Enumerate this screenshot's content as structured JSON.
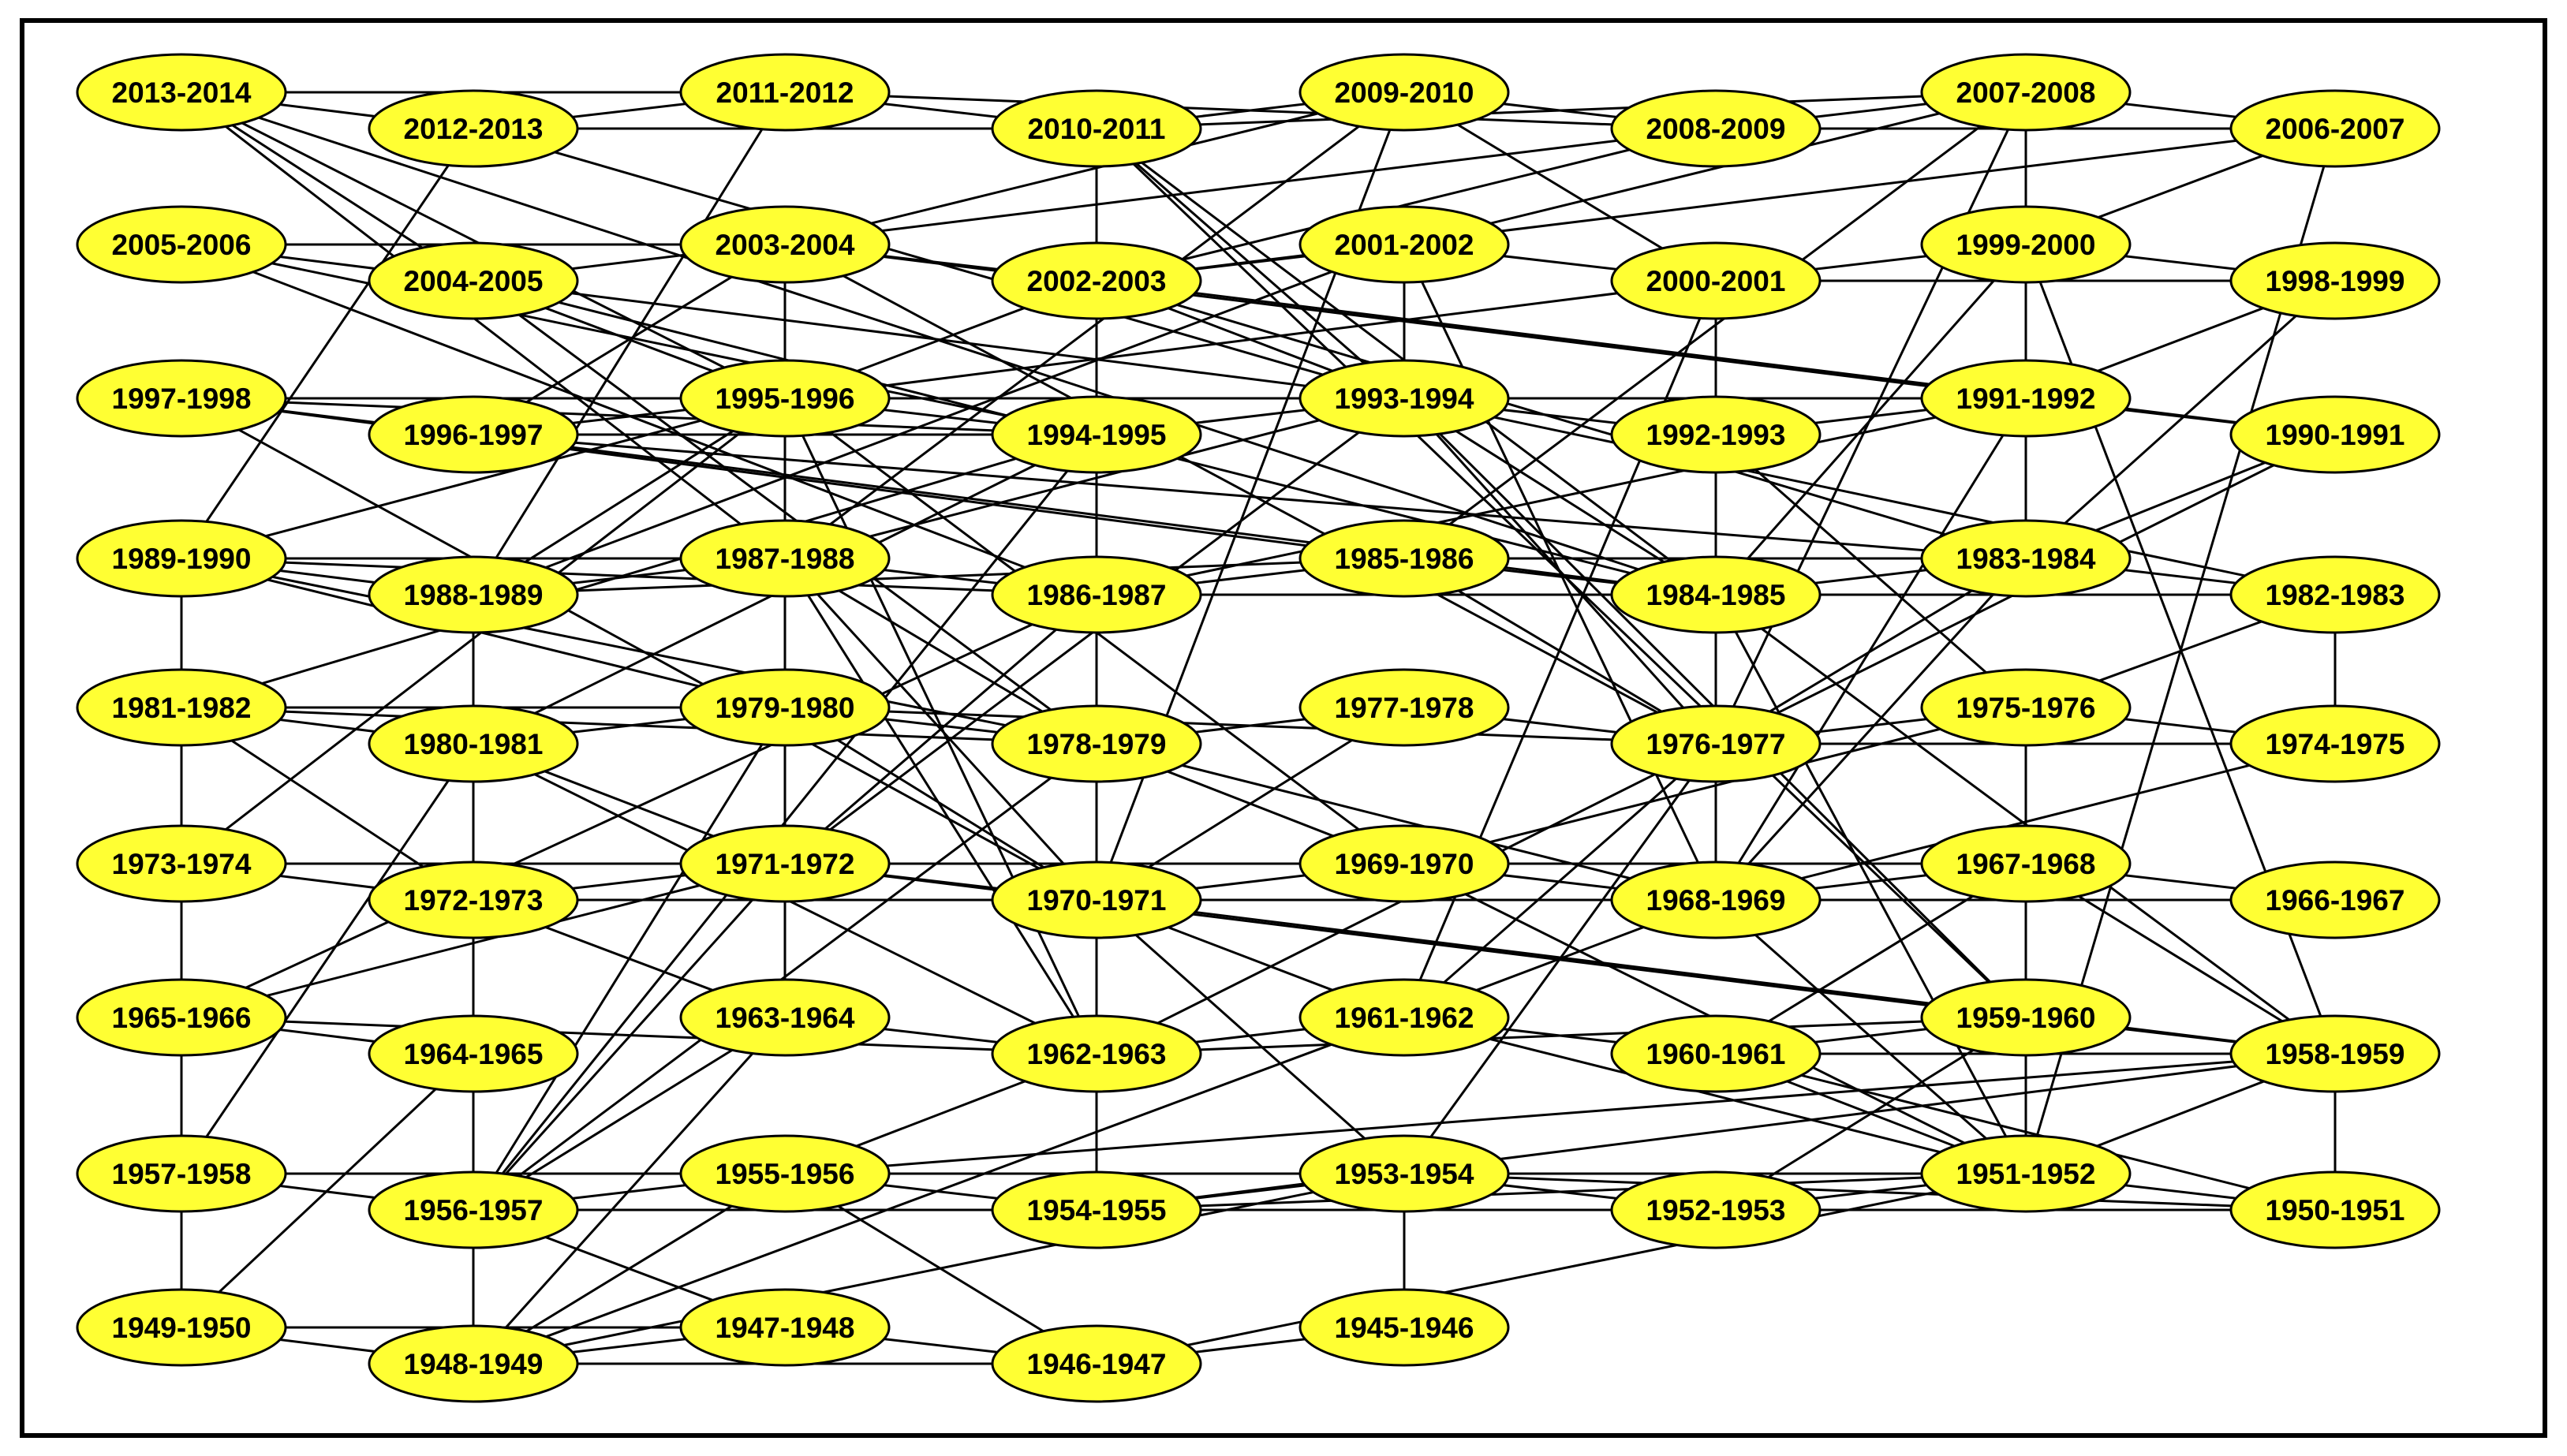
{
  "node_fill": "#ffff33",
  "line_color": "#000000",
  "nodes": [
    {
      "id": "2013-2014",
      "label": "2013-2014"
    },
    {
      "id": "2012-2013",
      "label": "2012-2013"
    },
    {
      "id": "2011-2012",
      "label": "2011-2012"
    },
    {
      "id": "2010-2011",
      "label": "2010-2011"
    },
    {
      "id": "2009-2010",
      "label": "2009-2010"
    },
    {
      "id": "2008-2009",
      "label": "2008-2009"
    },
    {
      "id": "2007-2008",
      "label": "2007-2008"
    },
    {
      "id": "2006-2007",
      "label": "2006-2007"
    },
    {
      "id": "2005-2006",
      "label": "2005-2006"
    },
    {
      "id": "2004-2005",
      "label": "2004-2005"
    },
    {
      "id": "2003-2004",
      "label": "2003-2004"
    },
    {
      "id": "2002-2003",
      "label": "2002-2003"
    },
    {
      "id": "2001-2002",
      "label": "2001-2002"
    },
    {
      "id": "2000-2001",
      "label": "2000-2001"
    },
    {
      "id": "1999-2000",
      "label": "1999-2000"
    },
    {
      "id": "1998-1999",
      "label": "1998-1999"
    },
    {
      "id": "1997-1998",
      "label": "1997-1998"
    },
    {
      "id": "1996-1997",
      "label": "1996-1997"
    },
    {
      "id": "1995-1996",
      "label": "1995-1996"
    },
    {
      "id": "1994-1995",
      "label": "1994-1995"
    },
    {
      "id": "1993-1994",
      "label": "1993-1994"
    },
    {
      "id": "1992-1993",
      "label": "1992-1993"
    },
    {
      "id": "1991-1992",
      "label": "1991-1992"
    },
    {
      "id": "1990-1991",
      "label": "1990-1991"
    },
    {
      "id": "1989-1990",
      "label": "1989-1990"
    },
    {
      "id": "1988-1989",
      "label": "1988-1989"
    },
    {
      "id": "1987-1988",
      "label": "1987-1988"
    },
    {
      "id": "1986-1987",
      "label": "1986-1987"
    },
    {
      "id": "1985-1986",
      "label": "1985-1986"
    },
    {
      "id": "1984-1985",
      "label": "1984-1985"
    },
    {
      "id": "1983-1984",
      "label": "1983-1984"
    },
    {
      "id": "1982-1983",
      "label": "1982-1983"
    },
    {
      "id": "1981-1982",
      "label": "1981-1982"
    },
    {
      "id": "1980-1981",
      "label": "1980-1981"
    },
    {
      "id": "1979-1980",
      "label": "1979-1980"
    },
    {
      "id": "1978-1979",
      "label": "1978-1979"
    },
    {
      "id": "1977-1978",
      "label": "1977-1978"
    },
    {
      "id": "1976-1977",
      "label": "1976-1977"
    },
    {
      "id": "1975-1976",
      "label": "1975-1976"
    },
    {
      "id": "1974-1975",
      "label": "1974-1975"
    },
    {
      "id": "1973-1974",
      "label": "1973-1974"
    },
    {
      "id": "1972-1973",
      "label": "1972-1973"
    },
    {
      "id": "1971-1972",
      "label": "1971-1972"
    },
    {
      "id": "1970-1971",
      "label": "1970-1971"
    },
    {
      "id": "1969-1970",
      "label": "1969-1970"
    },
    {
      "id": "1968-1969",
      "label": "1968-1969"
    },
    {
      "id": "1967-1968",
      "label": "1967-1968"
    },
    {
      "id": "1966-1967",
      "label": "1966-1967"
    },
    {
      "id": "1965-1966",
      "label": "1965-1966"
    },
    {
      "id": "1964-1965",
      "label": "1964-1965"
    },
    {
      "id": "1963-1964",
      "label": "1963-1964"
    },
    {
      "id": "1962-1963",
      "label": "1962-1963"
    },
    {
      "id": "1961-1962",
      "label": "1961-1962"
    },
    {
      "id": "1960-1961",
      "label": "1960-1961"
    },
    {
      "id": "1959-1960",
      "label": "1959-1960"
    },
    {
      "id": "1958-1959",
      "label": "1958-1959"
    },
    {
      "id": "1957-1958",
      "label": "1957-1958"
    },
    {
      "id": "1956-1957",
      "label": "1956-1957"
    },
    {
      "id": "1955-1956",
      "label": "1955-1956"
    },
    {
      "id": "1954-1955",
      "label": "1954-1955"
    },
    {
      "id": "1953-1954",
      "label": "1953-1954"
    },
    {
      "id": "1952-1953",
      "label": "1952-1953"
    },
    {
      "id": "1951-1952",
      "label": "1951-1952"
    },
    {
      "id": "1950-1951",
      "label": "1950-1951"
    },
    {
      "id": "1949-1950",
      "label": "1949-1950"
    },
    {
      "id": "1948-1949",
      "label": "1948-1949"
    },
    {
      "id": "1947-1948",
      "label": "1947-1948"
    },
    {
      "id": "1946-1947",
      "label": "1946-1947"
    },
    {
      "id": "1945-1946",
      "label": "1945-1946"
    }
  ],
  "edges": [
    [
      "2013-2014",
      "2012-2013"
    ],
    [
      "2013-2014",
      "2011-2012"
    ],
    [
      "2013-2014",
      "2004-2005"
    ],
    [
      "2013-2014",
      "1995-1996"
    ],
    [
      "2013-2014",
      "1984-1985"
    ],
    [
      "2013-2014",
      "1987-1988"
    ],
    [
      "2012-2013",
      "2011-2012"
    ],
    [
      "2012-2013",
      "2010-2011"
    ],
    [
      "2012-2013",
      "1989-1990"
    ],
    [
      "2012-2013",
      "1993-1994"
    ],
    [
      "2011-2012",
      "2010-2011"
    ],
    [
      "2011-2012",
      "1988-1989"
    ],
    [
      "2011-2012",
      "2008-2009"
    ],
    [
      "2010-2011",
      "2009-2010"
    ],
    [
      "2010-2011",
      "2007-2008"
    ],
    [
      "2010-2011",
      "1993-1994"
    ],
    [
      "2010-2011",
      "1994-1995"
    ],
    [
      "2010-2011",
      "1959-1960"
    ],
    [
      "2010-2011",
      "1984-1985"
    ],
    [
      "2009-2010",
      "2008-2009"
    ],
    [
      "2009-2010",
      "2003-2004"
    ],
    [
      "2009-2010",
      "1987-1988"
    ],
    [
      "2009-2010",
      "1970-1971"
    ],
    [
      "2009-2010",
      "2000-2001"
    ],
    [
      "2008-2009",
      "2007-2008"
    ],
    [
      "2008-2009",
      "2006-2007"
    ],
    [
      "2008-2009",
      "2002-2003"
    ],
    [
      "2008-2009",
      "2004-2005"
    ],
    [
      "2007-2008",
      "2006-2007"
    ],
    [
      "2007-2008",
      "2001-2002"
    ],
    [
      "2007-2008",
      "1983-1984"
    ],
    [
      "2007-2008",
      "1985-1986"
    ],
    [
      "2007-2008",
      "1976-1977"
    ],
    [
      "2006-2007",
      "1999-2000"
    ],
    [
      "2006-2007",
      "1951-1952"
    ],
    [
      "2006-2007",
      "2002-2003"
    ],
    [
      "2005-2006",
      "2004-2005"
    ],
    [
      "2005-2006",
      "2003-2004"
    ],
    [
      "2005-2006",
      "1994-1995"
    ],
    [
      "2005-2006",
      "1986-1987"
    ],
    [
      "2004-2005",
      "1995-1996"
    ],
    [
      "2004-2005",
      "1993-1994"
    ],
    [
      "2004-2005",
      "1984-1985"
    ],
    [
      "2004-2005",
      "1978-1979"
    ],
    [
      "2003-2004",
      "2002-2003"
    ],
    [
      "2003-2004",
      "1996-1997"
    ],
    [
      "2003-2004",
      "1991-1992"
    ],
    [
      "2003-2004",
      "1976-1977"
    ],
    [
      "2003-2004",
      "1971-1972"
    ],
    [
      "2002-2003",
      "2001-2002"
    ],
    [
      "2002-2003",
      "1995-1996"
    ],
    [
      "2002-2003",
      "1990-1991"
    ],
    [
      "2002-2003",
      "1983-1984"
    ],
    [
      "2002-2003",
      "1993-1994"
    ],
    [
      "2001-2002",
      "2000-2001"
    ],
    [
      "2001-2002",
      "1993-1994"
    ],
    [
      "2001-2002",
      "1988-1989"
    ],
    [
      "2001-2002",
      "1968-1969"
    ],
    [
      "2000-2001",
      "1999-2000"
    ],
    [
      "2000-2001",
      "1998-1999"
    ],
    [
      "2000-2001",
      "1995-1996"
    ],
    [
      "2000-2001",
      "1984-1985"
    ],
    [
      "2000-2001",
      "1961-1962"
    ],
    [
      "1999-2000",
      "1998-1999"
    ],
    [
      "1999-2000",
      "1984-1985"
    ],
    [
      "1999-2000",
      "1983-1984"
    ],
    [
      "1999-2000",
      "1958-1959"
    ],
    [
      "1998-1999",
      "1983-1984"
    ],
    [
      "1998-1999",
      "1991-1992"
    ],
    [
      "1997-1998",
      "1996-1997"
    ],
    [
      "1997-1998",
      "1995-1996"
    ],
    [
      "1997-1998",
      "1994-1995"
    ],
    [
      "1997-1998",
      "1993-1994"
    ],
    [
      "1997-1998",
      "1991-1992"
    ],
    [
      "1997-1998",
      "1985-1986"
    ],
    [
      "1997-1998",
      "1970-1971"
    ],
    [
      "1996-1997",
      "1995-1996"
    ],
    [
      "1996-1997",
      "1994-1995"
    ],
    [
      "1996-1997",
      "1983-1984"
    ],
    [
      "1996-1997",
      "1984-1985"
    ],
    [
      "1995-1996",
      "1994-1995"
    ],
    [
      "1995-1996",
      "1993-1994"
    ],
    [
      "1995-1996",
      "1989-1990"
    ],
    [
      "1995-1996",
      "1988-1989"
    ],
    [
      "1995-1996",
      "1973-1974"
    ],
    [
      "1995-1996",
      "1969-1970"
    ],
    [
      "1995-1996",
      "1962-1963"
    ],
    [
      "1994-1995",
      "1993-1994"
    ],
    [
      "1994-1995",
      "1986-1987"
    ],
    [
      "1994-1995",
      "1980-1981"
    ],
    [
      "1994-1995",
      "1981-1982"
    ],
    [
      "1994-1995",
      "1970-1971"
    ],
    [
      "1994-1995",
      "1956-1957"
    ],
    [
      "1993-1994",
      "1992-1993"
    ],
    [
      "1993-1994",
      "1991-1992"
    ],
    [
      "1993-1994",
      "1987-1988"
    ],
    [
      "1993-1994",
      "1984-1985"
    ],
    [
      "1993-1994",
      "1982-1983"
    ],
    [
      "1993-1994",
      "1971-1972"
    ],
    [
      "1993-1994",
      "1959-1960"
    ],
    [
      "1993-1994",
      "1976-1977"
    ],
    [
      "1992-1993",
      "1991-1992"
    ],
    [
      "1992-1993",
      "1984-1985"
    ],
    [
      "1992-1993",
      "1975-1976"
    ],
    [
      "1991-1992",
      "1990-1991"
    ],
    [
      "1991-1992",
      "1986-1987"
    ],
    [
      "1991-1992",
      "1968-1969"
    ],
    [
      "1990-1991",
      "1983-1984"
    ],
    [
      "1990-1991",
      "1976-1977"
    ],
    [
      "1989-1990",
      "1988-1989"
    ],
    [
      "1989-1990",
      "1987-1988"
    ],
    [
      "1989-1990",
      "1986-1987"
    ],
    [
      "1989-1990",
      "1981-1982"
    ],
    [
      "1989-1990",
      "1979-1980"
    ],
    [
      "1989-1990",
      "1978-1979"
    ],
    [
      "1988-1989",
      "1987-1988"
    ],
    [
      "1988-1989",
      "1985-1986"
    ],
    [
      "1988-1989",
      "1980-1981"
    ],
    [
      "1988-1989",
      "1972-1973"
    ],
    [
      "1987-1988",
      "1986-1987"
    ],
    [
      "1987-1988",
      "1978-1979"
    ],
    [
      "1987-1988",
      "1970-1971"
    ],
    [
      "1987-1988",
      "1962-1963"
    ],
    [
      "1986-1987",
      "1985-1986"
    ],
    [
      "1986-1987",
      "1984-1985"
    ],
    [
      "1986-1987",
      "1971-1972"
    ],
    [
      "1986-1987",
      "1965-1966"
    ],
    [
      "1986-1987",
      "1954-1955"
    ],
    [
      "1985-1986",
      "1984-1985"
    ],
    [
      "1985-1986",
      "1983-1984"
    ],
    [
      "1985-1986",
      "1976-1977"
    ],
    [
      "1984-1985",
      "1983-1984"
    ],
    [
      "1984-1985",
      "1982-1983"
    ],
    [
      "1984-1985",
      "1976-1977"
    ],
    [
      "1984-1985",
      "1958-1959"
    ],
    [
      "1984-1985",
      "1951-1952"
    ],
    [
      "1983-1984",
      "1982-1983"
    ],
    [
      "1983-1984",
      "1976-1977"
    ],
    [
      "1983-1984",
      "1968-1969"
    ],
    [
      "1982-1983",
      "1974-1975"
    ],
    [
      "1982-1983",
      "1975-1976"
    ],
    [
      "1981-1982",
      "1980-1981"
    ],
    [
      "1981-1982",
      "1979-1980"
    ],
    [
      "1981-1982",
      "1978-1979"
    ],
    [
      "1981-1982",
      "1972-1973"
    ],
    [
      "1981-1982",
      "1973-1974"
    ],
    [
      "1980-1981",
      "1979-1980"
    ],
    [
      "1980-1981",
      "1971-1972"
    ],
    [
      "1980-1981",
      "1962-1963"
    ],
    [
      "1980-1981",
      "1957-1958"
    ],
    [
      "1979-1980",
      "1978-1979"
    ],
    [
      "1979-1980",
      "1976-1977"
    ],
    [
      "1979-1980",
      "1970-1971"
    ],
    [
      "1979-1980",
      "1956-1957"
    ],
    [
      "1979-1980",
      "1963-1964"
    ],
    [
      "1978-1979",
      "1977-1978"
    ],
    [
      "1978-1979",
      "1969-1970"
    ],
    [
      "1978-1979",
      "1956-1957"
    ],
    [
      "1978-1979",
      "1968-1969"
    ],
    [
      "1977-1978",
      "1976-1977"
    ],
    [
      "1977-1978",
      "1970-1971"
    ],
    [
      "1976-1977",
      "1975-1976"
    ],
    [
      "1976-1977",
      "1974-1975"
    ],
    [
      "1976-1977",
      "1968-1969"
    ],
    [
      "1976-1977",
      "1953-1954"
    ],
    [
      "1976-1977",
      "1962-1963"
    ],
    [
      "1976-1977",
      "1961-1962"
    ],
    [
      "1975-1976",
      "1974-1975"
    ],
    [
      "1975-1976",
      "1969-1970"
    ],
    [
      "1975-1976",
      "1951-1952"
    ],
    [
      "1974-1975",
      "1968-1969"
    ],
    [
      "1973-1974",
      "1972-1973"
    ],
    [
      "1973-1974",
      "1971-1972"
    ],
    [
      "1973-1974",
      "1965-1966"
    ],
    [
      "1973-1974",
      "1957-1958"
    ],
    [
      "1972-1973",
      "1971-1972"
    ],
    [
      "1972-1973",
      "1970-1971"
    ],
    [
      "1972-1973",
      "1963-1964"
    ],
    [
      "1972-1973",
      "1956-1957"
    ],
    [
      "1971-1972",
      "1970-1971"
    ],
    [
      "1971-1972",
      "1969-1970"
    ],
    [
      "1971-1972",
      "1959-1960"
    ],
    [
      "1971-1972",
      "1956-1957"
    ],
    [
      "1971-1972",
      "1965-1966"
    ],
    [
      "1970-1971",
      "1969-1970"
    ],
    [
      "1970-1971",
      "1968-1969"
    ],
    [
      "1970-1971",
      "1966-1967"
    ],
    [
      "1970-1971",
      "1961-1962"
    ],
    [
      "1970-1971",
      "1958-1959"
    ],
    [
      "1970-1971",
      "1953-1954"
    ],
    [
      "1969-1970",
      "1968-1969"
    ],
    [
      "1969-1970",
      "1967-1968"
    ],
    [
      "1969-1970",
      "1951-1952"
    ],
    [
      "1968-1969",
      "1967-1968"
    ],
    [
      "1968-1969",
      "1961-1962"
    ],
    [
      "1968-1969",
      "1951-1952"
    ],
    [
      "1967-1968",
      "1966-1967"
    ],
    [
      "1967-1968",
      "1958-1959"
    ],
    [
      "1967-1968",
      "1951-1952"
    ],
    [
      "1967-1968",
      "1960-1961"
    ],
    [
      "1965-1966",
      "1964-1965"
    ],
    [
      "1965-1966",
      "1957-1958"
    ],
    [
      "1965-1966",
      "1962-1963"
    ],
    [
      "1964-1965",
      "1956-1957"
    ],
    [
      "1964-1965",
      "1949-1950"
    ],
    [
      "1963-1964",
      "1962-1963"
    ],
    [
      "1963-1964",
      "1956-1957"
    ],
    [
      "1963-1964",
      "1948-1949"
    ],
    [
      "1962-1963",
      "1961-1962"
    ],
    [
      "1962-1963",
      "1959-1960"
    ],
    [
      "1962-1963",
      "1955-1956"
    ],
    [
      "1961-1962",
      "1960-1961"
    ],
    [
      "1961-1962",
      "1951-1952"
    ],
    [
      "1961-1962",
      "1948-1949"
    ],
    [
      "1960-1961",
      "1959-1960"
    ],
    [
      "1960-1961",
      "1958-1959"
    ],
    [
      "1960-1961",
      "1951-1952"
    ],
    [
      "1960-1961",
      "1950-1951"
    ],
    [
      "1959-1960",
      "1958-1959"
    ],
    [
      "1959-1960",
      "1951-1952"
    ],
    [
      "1959-1960",
      "1952-1953"
    ],
    [
      "1958-1959",
      "1951-1952"
    ],
    [
      "1958-1959",
      "1950-1951"
    ],
    [
      "1958-1959",
      "1955-1956"
    ],
    [
      "1958-1959",
      "1954-1955"
    ],
    [
      "1957-1958",
      "1956-1957"
    ],
    [
      "1957-1958",
      "1955-1956"
    ],
    [
      "1957-1958",
      "1953-1954"
    ],
    [
      "1957-1958",
      "1949-1950"
    ],
    [
      "1957-1958",
      "1951-1952"
    ],
    [
      "1956-1957",
      "1955-1956"
    ],
    [
      "1956-1957",
      "1948-1949"
    ],
    [
      "1956-1957",
      "1947-1948"
    ],
    [
      "1956-1957",
      "1954-1955"
    ],
    [
      "1955-1956",
      "1954-1955"
    ],
    [
      "1955-1956",
      "1953-1954"
    ],
    [
      "1955-1956",
      "1948-1949"
    ],
    [
      "1955-1956",
      "1946-1947"
    ],
    [
      "1954-1955",
      "1953-1954"
    ],
    [
      "1954-1955",
      "1952-1953"
    ],
    [
      "1954-1955",
      "1951-1952"
    ],
    [
      "1953-1954",
      "1952-1953"
    ],
    [
      "1953-1954",
      "1951-1952"
    ],
    [
      "1953-1954",
      "1950-1951"
    ],
    [
      "1953-1954",
      "1945-1946"
    ],
    [
      "1953-1954",
      "1948-1949"
    ],
    [
      "1952-1953",
      "1951-1952"
    ],
    [
      "1952-1953",
      "1950-1951"
    ],
    [
      "1951-1952",
      "1950-1951"
    ],
    [
      "1951-1952",
      "1946-1947"
    ],
    [
      "1949-1950",
      "1948-1949"
    ],
    [
      "1949-1950",
      "1947-1948"
    ],
    [
      "1948-1949",
      "1947-1948"
    ],
    [
      "1948-1949",
      "1946-1947"
    ],
    [
      "1947-1948",
      "1946-1947"
    ],
    [
      "1946-1947",
      "1945-1946"
    ]
  ]
}
